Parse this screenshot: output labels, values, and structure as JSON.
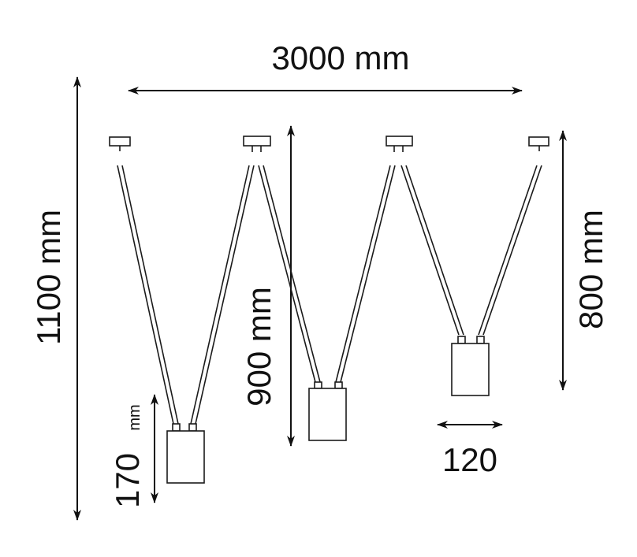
{
  "dimensions": {
    "total_width": "3000 mm",
    "total_height": "1100 mm",
    "middle_drop": "900 mm",
    "right_drop": "800 mm",
    "shade_height_value": "170",
    "shade_height_unit": "mm",
    "shade_width": "120"
  },
  "colors": {
    "line": "#1a1a1a",
    "background": "#ffffff"
  }
}
